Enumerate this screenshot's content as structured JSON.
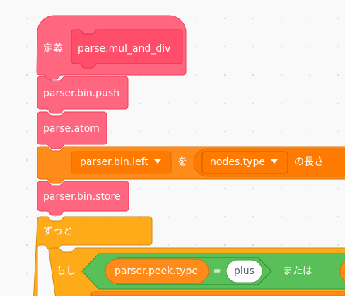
{
  "colors": {
    "custom_block": "#ff6680",
    "custom_block_dark": "#ff4d6a",
    "custom_block_border": "#f03d5a",
    "variables_block": "#ff8c1a",
    "variables_dark": "#ff7a00",
    "variables_border": "#db6e00",
    "control_block": "#ffab19",
    "control_border": "#cf8b17",
    "operators_block": "#59c059",
    "operators_border": "#389438",
    "canvas": "#f9f9f9"
  },
  "blocks": {
    "define": {
      "keyword": "定義",
      "proc_name": "parse.mul_and_div"
    },
    "call_bin_push": {
      "label": "parser.bin.push"
    },
    "call_atom": {
      "label": "parse.atom"
    },
    "set_variable": {
      "dropdown_value": "parser.bin.left",
      "dropdown_icon": "caret-down-icon",
      "to_word": "を",
      "inner_dropdown_value": "nodes.type",
      "length_word": "の長さ"
    },
    "call_bin_store": {
      "label": "parser.bin.store"
    },
    "forever": {
      "label": "ずっと"
    },
    "if": {
      "label": "もし",
      "eq_left": "parser.peek.type",
      "eq_operator": "=",
      "eq_right": "plus",
      "or_word": "または"
    }
  }
}
